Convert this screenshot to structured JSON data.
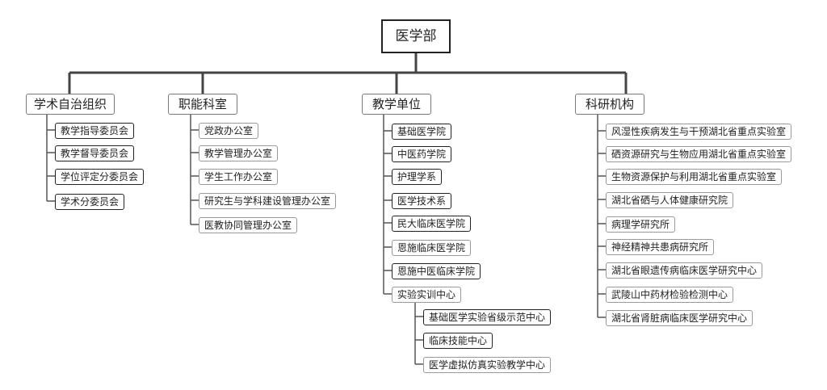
{
  "root": "医学部",
  "academic": {
    "title": "学术自治组织",
    "items": [
      "教学指导委员会",
      "教学督导委员会",
      "学位评定分委员会",
      "学术分委员会"
    ]
  },
  "functional": {
    "title": "职能科室",
    "items": [
      "党政办公室",
      "教学管理办公室",
      "学生工作办公室",
      "研究生与学科建设管理办公室",
      "医教协同管理办公室"
    ]
  },
  "teaching": {
    "title": "教学单位",
    "items": [
      "基础医学院",
      "中医药学院",
      "护理学系",
      "医学技术系",
      "民大临床医学院",
      "恩施临床医学院",
      "恩施中医临床学院",
      "实验实训中心"
    ],
    "sub_items": [
      "基础医学实验省级示范中心",
      "临床技能中心",
      "医学虚拟仿真实验教学中心"
    ]
  },
  "research": {
    "title": "科研机构",
    "items": [
      "风湿性疾病发生与干预湖北省重点实验室",
      "硒资源研究与生物应用湖北省重点实验室",
      "生物资源保护与利用湖北省重点实验室",
      "湖北省硒与人体健康研究院",
      "病理学研究所",
      "神经精神共患病研究所",
      "湖北省眼遗传病临床医学研究中心",
      "武陵山中药材检验检测中心",
      "湖北省肾脏病临床医学研究中心"
    ]
  }
}
